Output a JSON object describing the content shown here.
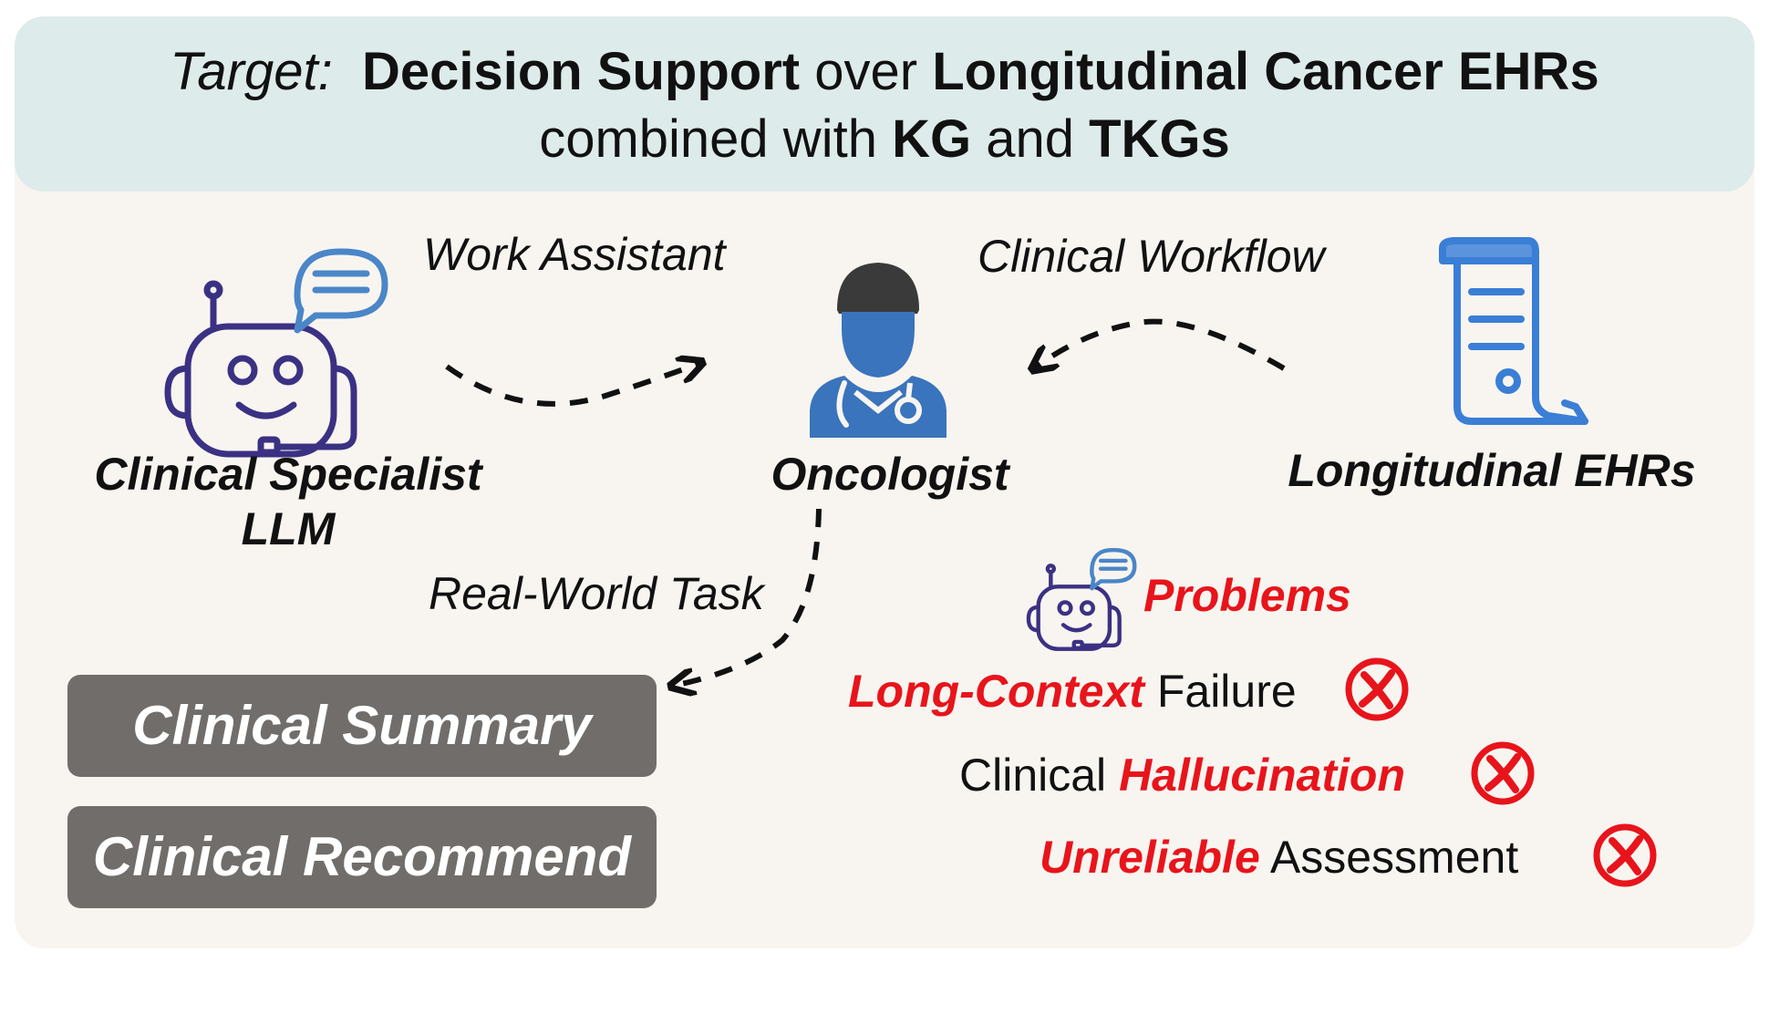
{
  "header": {
    "target_label": "Target:",
    "line1_bold1": "Decision Support",
    "line1_mid": "over",
    "line1_bold2": "Longitudinal Cancer EHRs",
    "line2_pre": "combined with",
    "line2_bold1": "KG",
    "line2_mid": "and",
    "line2_bold2": "TKGs"
  },
  "entities": {
    "llm_line1": "Clinical Specialist",
    "llm_line2": "LLM",
    "oncologist": "Oncologist",
    "ehrs": "Longitudinal EHRs"
  },
  "edges": {
    "work_assistant": "Work Assistant",
    "clinical_workflow": "Clinical Workflow",
    "real_world_task": "Real-World Task"
  },
  "tasks": [
    {
      "label": "Clinical Summary"
    },
    {
      "label": "Clinical Recommend"
    }
  ],
  "problems": {
    "title": "Problems",
    "items": [
      {
        "red": "Long-Context",
        "black": "Failure"
      },
      {
        "black": "Clinical",
        "red": "Hallucination"
      },
      {
        "red": "Unreliable",
        "black": "Assessment"
      }
    ]
  },
  "colors": {
    "header_bg": "#ddebea",
    "panel_bg": "#f8f5f0",
    "robot_stroke": "#3b3183",
    "robot_bubble": "#4a86c8",
    "doctor_blue": "#3a74bc",
    "doctor_hair": "#3a3a3a",
    "scroll_blue": "#3a7ed6",
    "problem_red": "#e8141b",
    "task_box": "#706d6a"
  },
  "icons": [
    "robot-icon",
    "doctor-icon",
    "scroll-document-icon",
    "robot-small-icon",
    "x-circle-icon"
  ]
}
